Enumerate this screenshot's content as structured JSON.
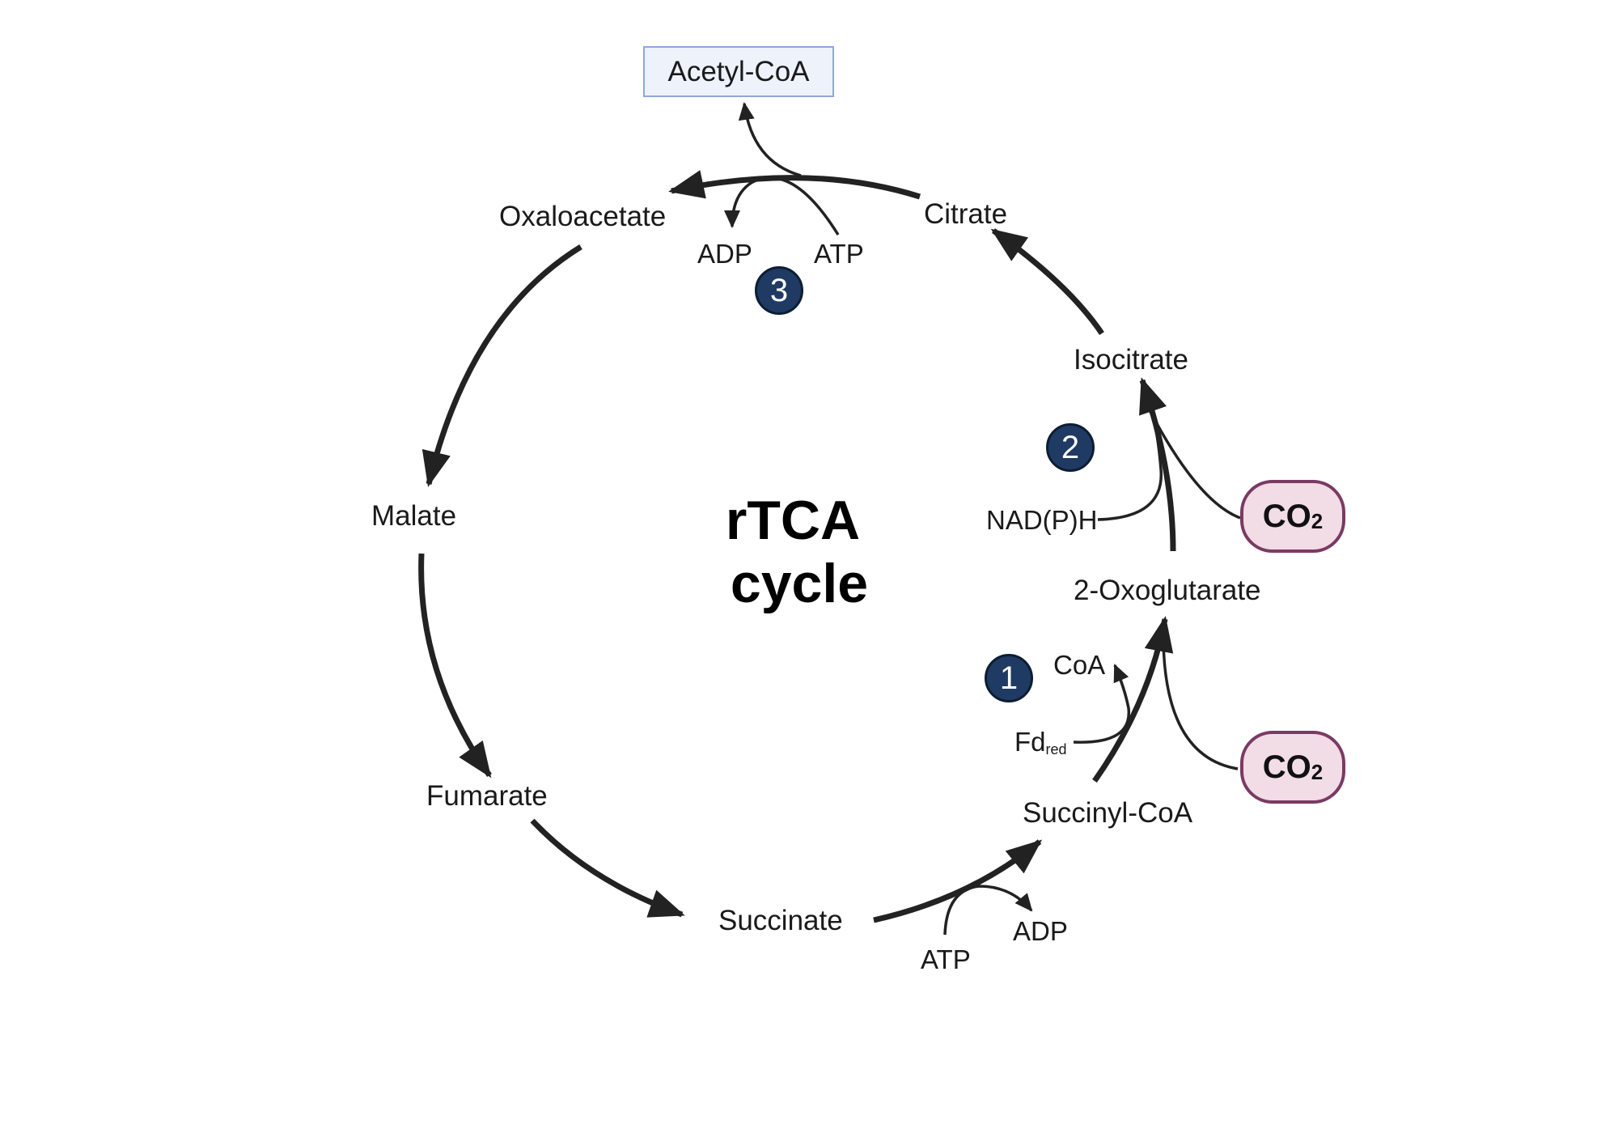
{
  "title": {
    "line1": "rTCA",
    "line2": "cycle"
  },
  "metabolites": {
    "acetyl_coa": "Acetyl-CoA",
    "oxaloacetate": "Oxaloacetate",
    "citrate": "Citrate",
    "isocitrate": "Isocitrate",
    "oxoglutarate": "2-Oxoglutarate",
    "succinyl_coa": "Succinyl-CoA",
    "succinate": "Succinate",
    "fumarate": "Fumarate",
    "malate": "Malate"
  },
  "cofactors": {
    "top_adp": "ADP",
    "top_atp": "ATP",
    "nadph": "NAD(P)H",
    "coa": "CoA",
    "fd": "Fd",
    "fd_sub": "red",
    "bottom_atp": "ATP",
    "bottom_adp": "ADP"
  },
  "co2": {
    "main": "CO",
    "sub": "2"
  },
  "steps": [
    "1",
    "2",
    "3"
  ],
  "colors": {
    "arrow": "#222222",
    "step_fill": "#1f3b63",
    "co2_fill": "#f2dce6",
    "co2_border": "#7a3a63",
    "acetyl_fill": "#edf2fb",
    "acetyl_border": "#8ea8d8"
  }
}
